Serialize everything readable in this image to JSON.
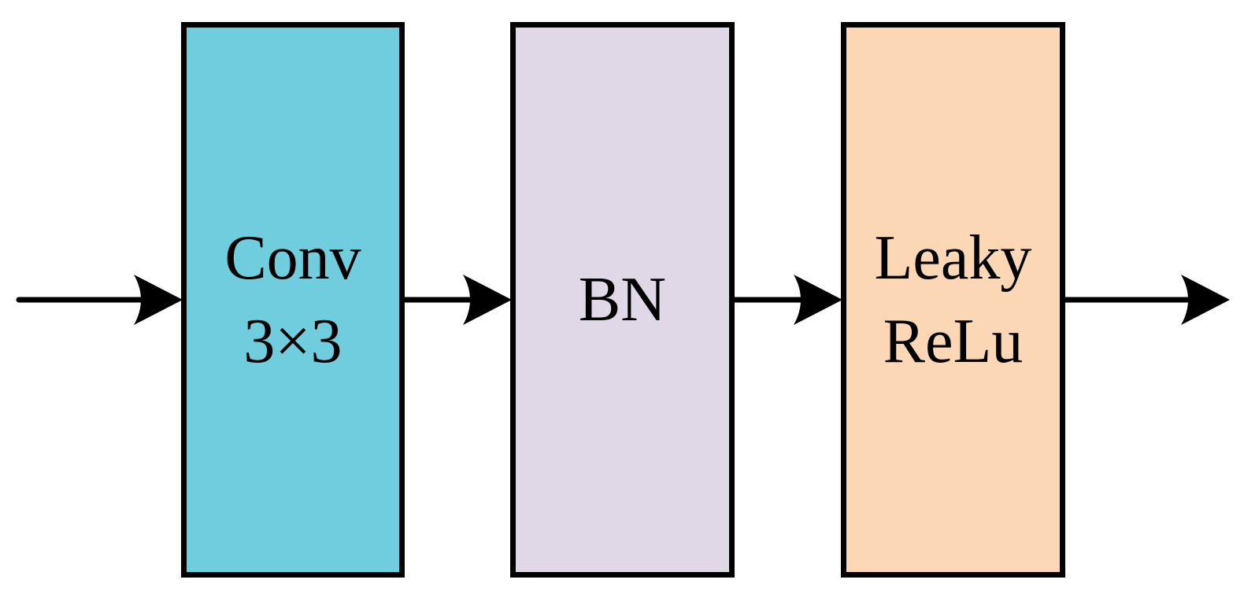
{
  "diagram": {
    "background": "#ffffff",
    "line_color": "#000000",
    "nodes": [
      {
        "id": "conv-3x3",
        "lines": [
          "Conv",
          "3×3"
        ],
        "fill": "#6fcddd"
      },
      {
        "id": "bn",
        "lines": [
          "BN"
        ],
        "fill": "#e0d8e7"
      },
      {
        "id": "leaky-relu",
        "lines": [
          "Leaky",
          "ReLu"
        ],
        "fill": "#fcd7b6"
      }
    ],
    "arrows": [
      {
        "from": "input",
        "to": "conv-3x3"
      },
      {
        "from": "conv-3x3",
        "to": "bn"
      },
      {
        "from": "bn",
        "to": "leaky-relu"
      },
      {
        "from": "leaky-relu",
        "to": "output"
      }
    ]
  }
}
